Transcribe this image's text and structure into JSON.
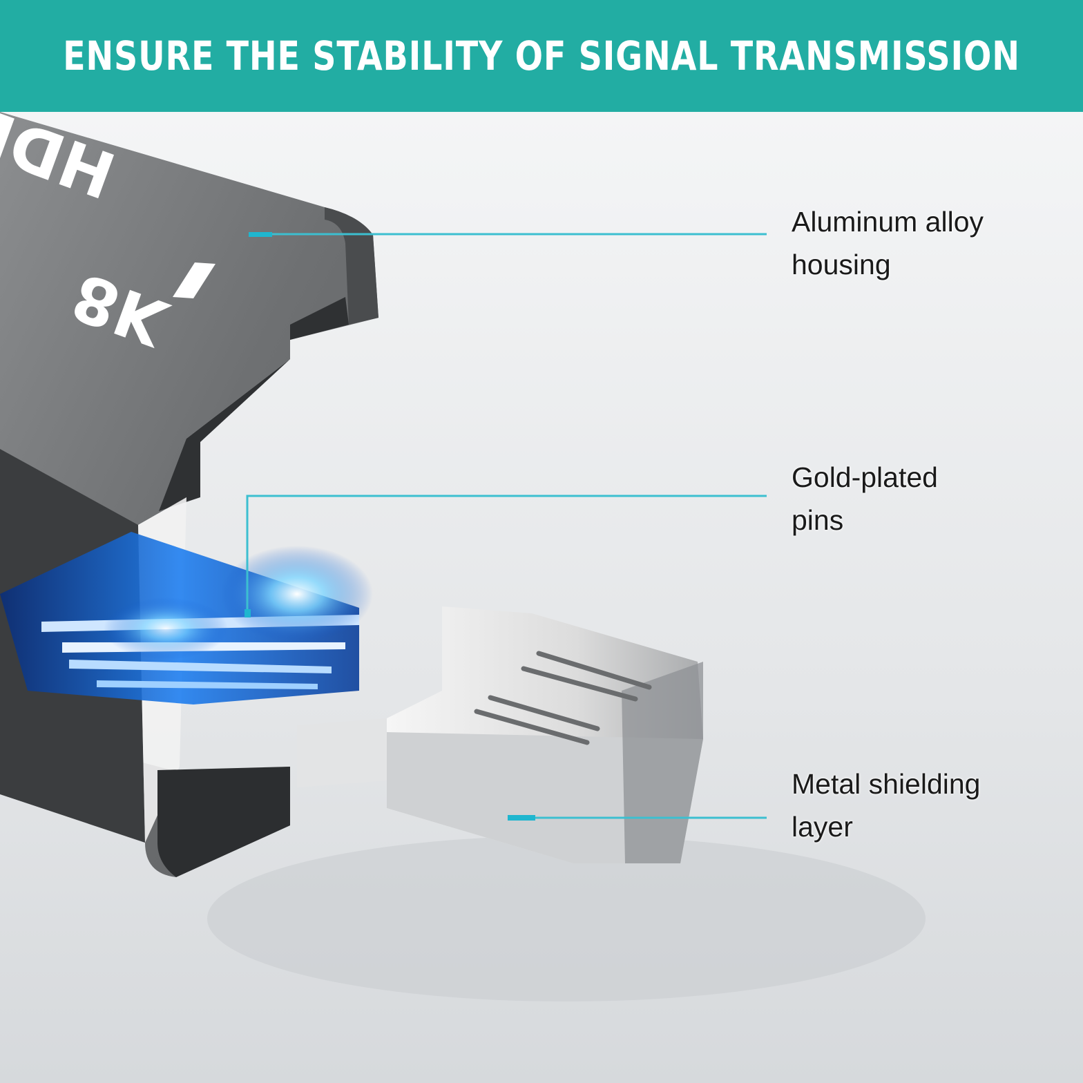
{
  "colors": {
    "banner": "#22ada3",
    "callout_line": "#3cbfd0",
    "housing": "#6f7173",
    "background": "#e9ebec"
  },
  "banner": {
    "title": "ENSURE THE STABILITY OF SIGNAL TRANSMISSION"
  },
  "housing_marks": {
    "logo": "HDMI",
    "resolution": "8K"
  },
  "callouts": [
    {
      "line1": "Aluminum alloy",
      "line2": "housing"
    },
    {
      "line1": "Gold-plated",
      "line2": "pins"
    },
    {
      "line1": "Metal shielding",
      "line2": "layer"
    }
  ]
}
